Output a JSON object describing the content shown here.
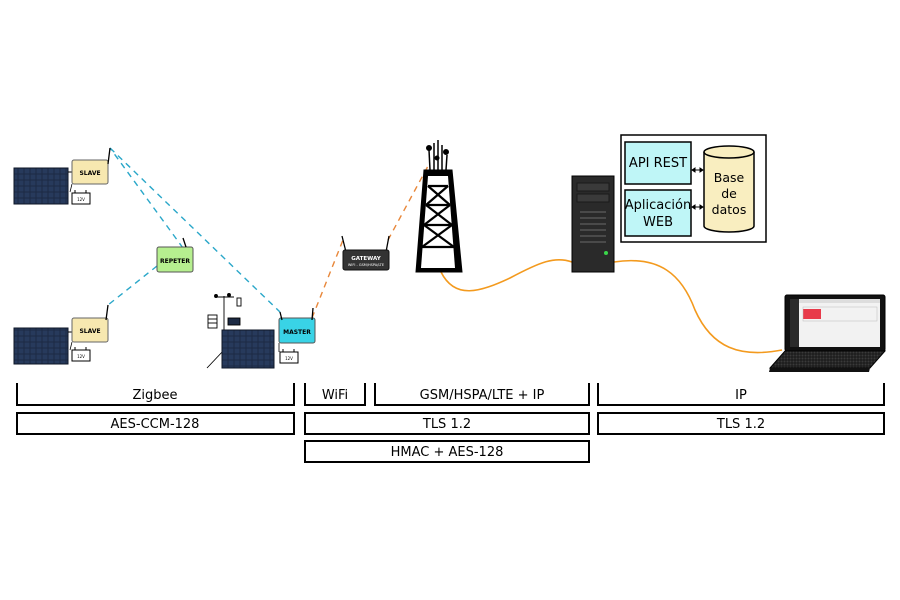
{
  "devices": {
    "slave_top": {
      "label": "SLAVE",
      "battery": "12V"
    },
    "slave_bottom": {
      "label": "SLAVE",
      "battery": "12V"
    },
    "repeater": {
      "label": "REPETER"
    },
    "master": {
      "label": "MASTER",
      "battery": "12V"
    },
    "gateway": {
      "label": "GATEWAY",
      "sublabel": "WIFI - GSM/HSPA/LTE"
    }
  },
  "server_panel": {
    "api_rest": "API REST",
    "web_app_line1": "Aplicación",
    "web_app_line2": "WEB",
    "database_line1": "Base",
    "database_line2": "de",
    "database_line3": "datos"
  },
  "brackets": {
    "zigbee": "Zigbee",
    "wifi": "WiFi",
    "cellular": "GSM/HSPA/LTE + IP",
    "ip": "IP"
  },
  "security": {
    "zigbee_aes": "AES-CCM-128",
    "tls_mid": "TLS 1.2",
    "tls_right": "TLS 1.2",
    "hmac": "HMAC + AES-128"
  },
  "colors": {
    "zigbee_link": "#2aa7c9",
    "wifi_link": "#e8873a",
    "wired_link": "#f39a1e",
    "slave_fill": "#f7e8b0",
    "repeater_fill": "#b6ef8f",
    "master_fill": "#39d3e6",
    "panel_box_fill": "#bff6f7",
    "database_fill": "#f9eec0"
  }
}
